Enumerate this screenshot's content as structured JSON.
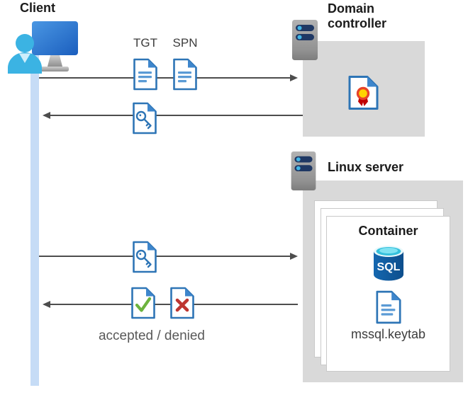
{
  "diagram": {
    "client": {
      "label": "Client"
    },
    "domain_controller": {
      "title": "Domain controller"
    },
    "linux_server": {
      "title": "Linux server"
    },
    "container": {
      "title": "Container",
      "sql_label": "SQL",
      "keytab_label": "mssql.keytab"
    },
    "request_flow": {
      "tgt_label": "TGT",
      "spn_label": "SPN"
    },
    "response_flow": {
      "result_label": "accepted / denied"
    }
  },
  "icons": {
    "client": "user-with-monitor-icon",
    "server": "server-rack-icon",
    "ticket_documents": "document-icon",
    "service_ticket": "key-document-icon",
    "certificate": "certificate-document-icon",
    "database": "sql-database-cylinder-icon",
    "keytab_file": "document-icon",
    "accepted": "check-document-icon",
    "denied": "cross-document-icon"
  },
  "colors": {
    "zone_gray": "#d9d9d9",
    "lifeline_blue": "#c6dcf6",
    "arrow_gray": "#4d4d4d",
    "doc_border_blue": "#2e75b6",
    "doc_fold_blue": "#3e86cc",
    "doc_line_blue": "#5b9bd5",
    "check_green": "#6cb33e",
    "cross_red": "#be3530",
    "rosette_ring": "#e8432a",
    "rosette_center": "#ffd400",
    "ribbon_red": "#c00000",
    "server_bar_navy": "#1f3864",
    "server_dot_cyan": "#41b6e6",
    "sql_body_blue": "#1262ae",
    "sql_top_cyan": "#35c0dc",
    "monitor_blue_dark": "#1b5ebe",
    "person_cyan": "#3bb3e3"
  }
}
